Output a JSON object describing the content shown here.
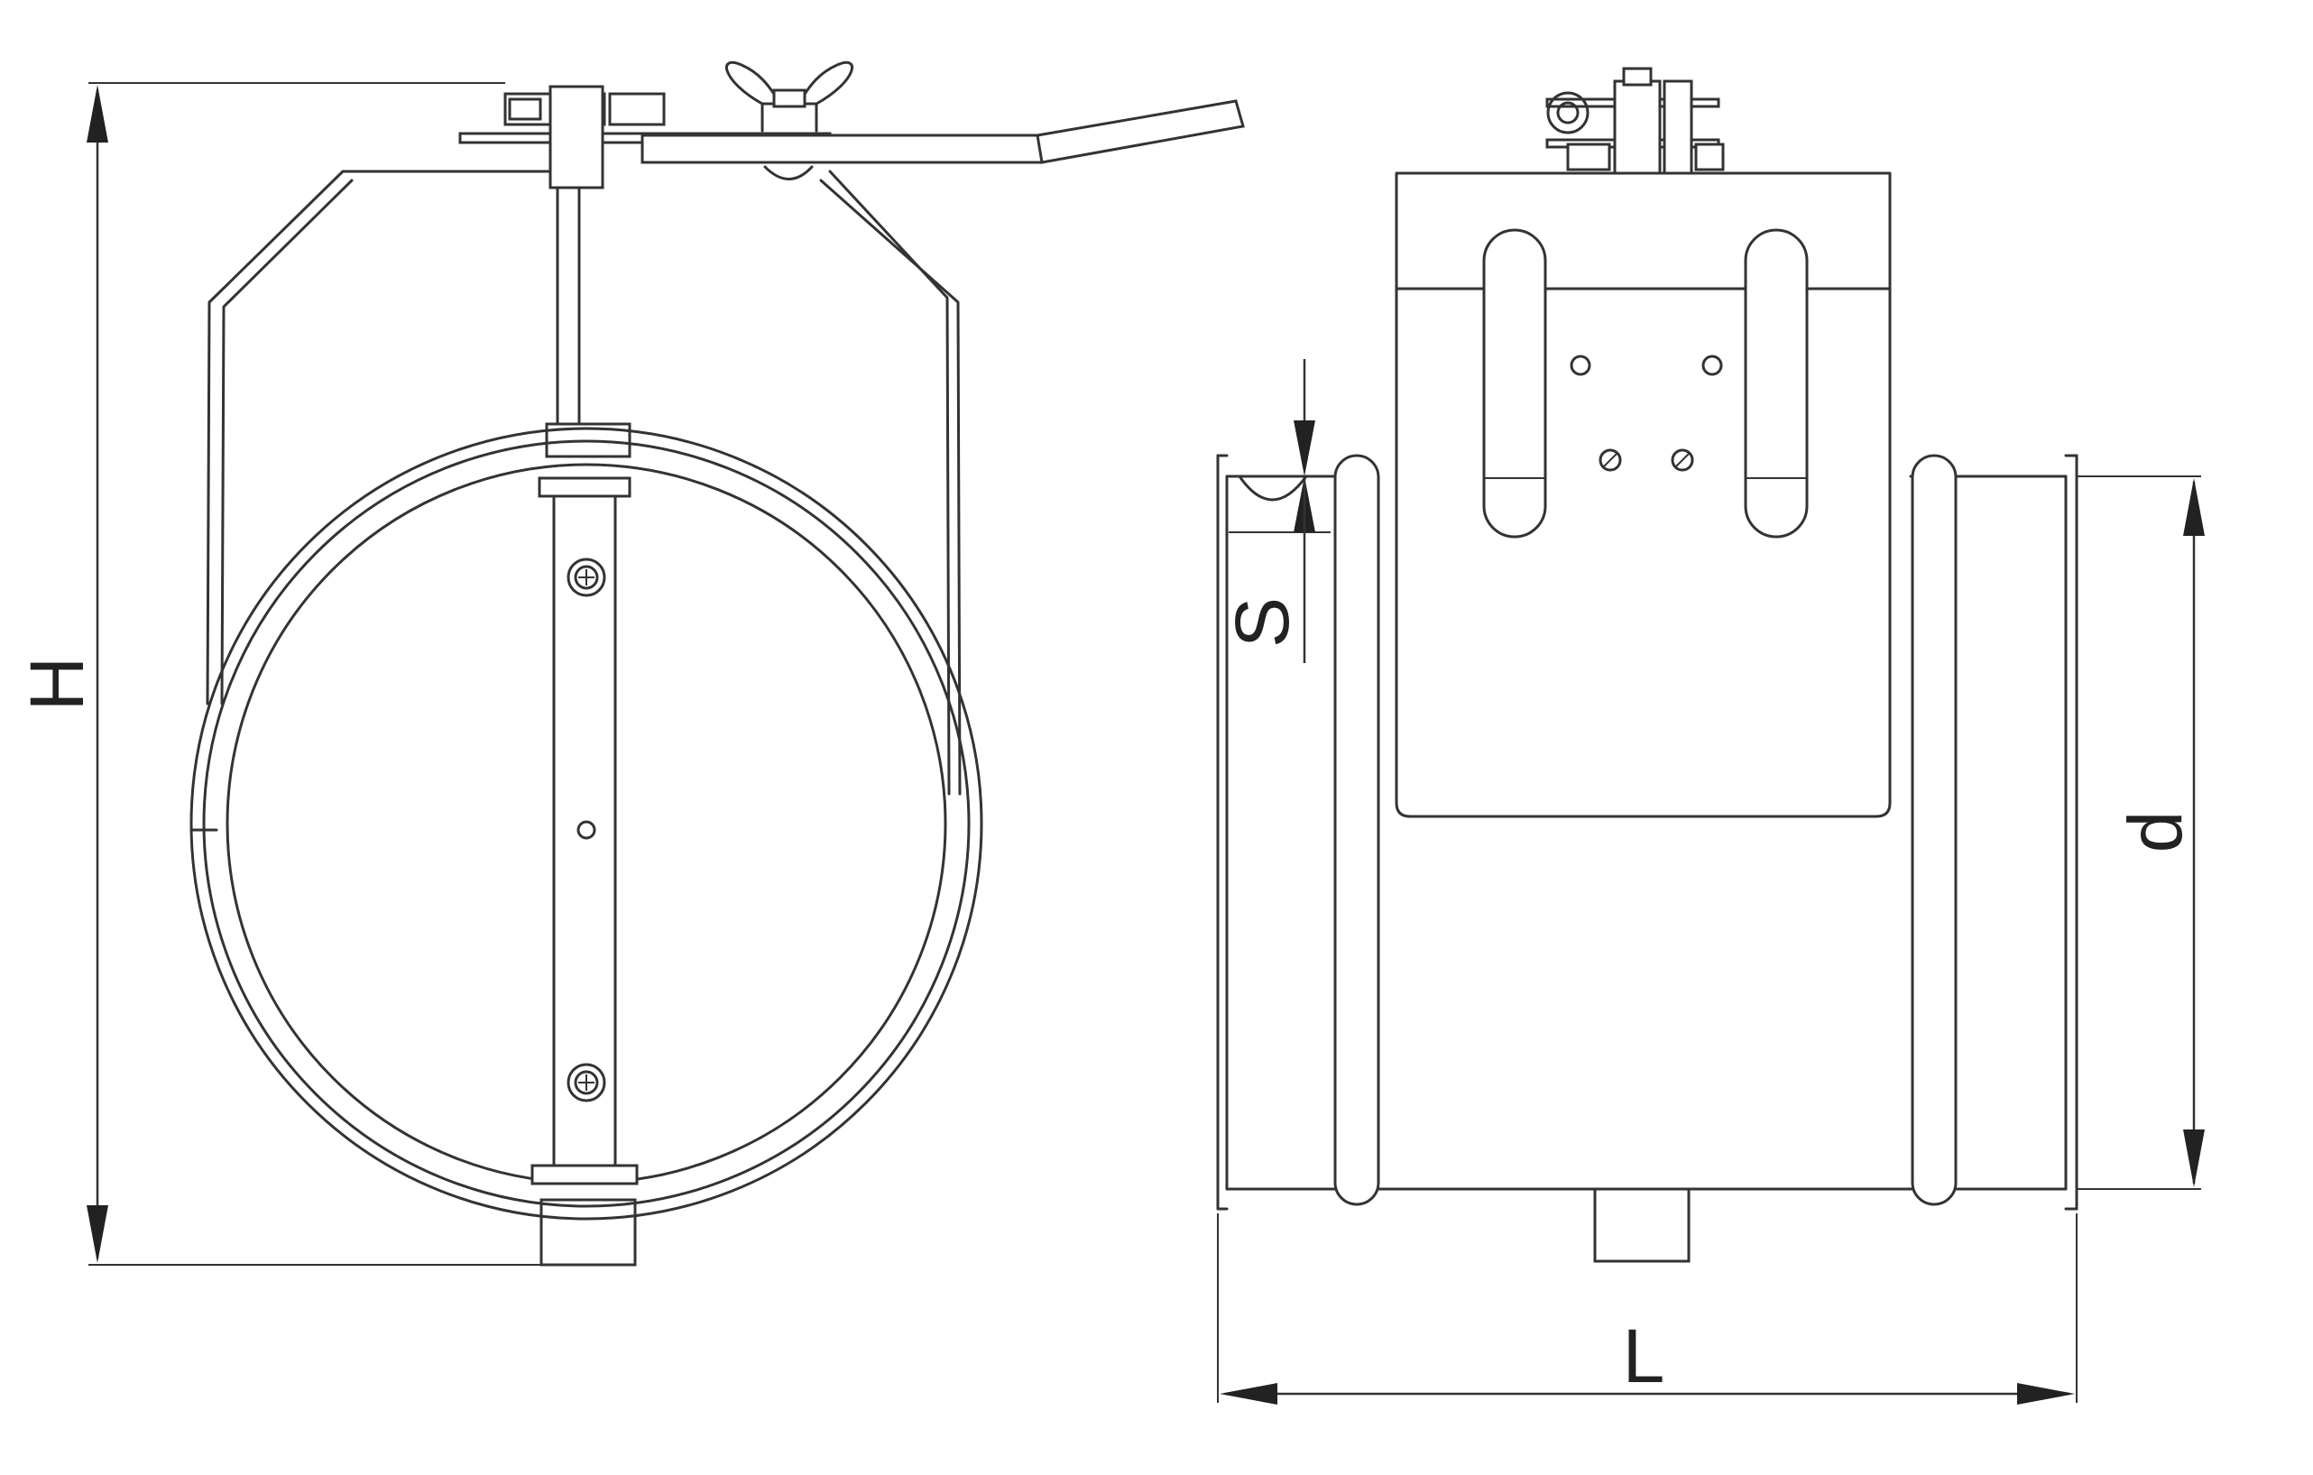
{
  "diagram": {
    "labels": {
      "height": "H",
      "diameter": "d",
      "gap": "S",
      "length": "L"
    },
    "colors": {
      "line": "#333333",
      "background": "#ffffff"
    }
  }
}
